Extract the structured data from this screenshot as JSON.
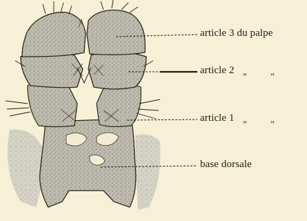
{
  "labels": {
    "article3": "article 3 du palpe",
    "article2": "article 2",
    "article1": "article 1",
    "base": "base dorsale",
    "ditto_mark": "„"
  },
  "colors": {
    "background": "#f6f0d7",
    "ink": "#1f1a12",
    "shade_light": "#c9c8bc",
    "shade_mid": "#a9a89c",
    "shade_dark": "#8e8d82"
  }
}
